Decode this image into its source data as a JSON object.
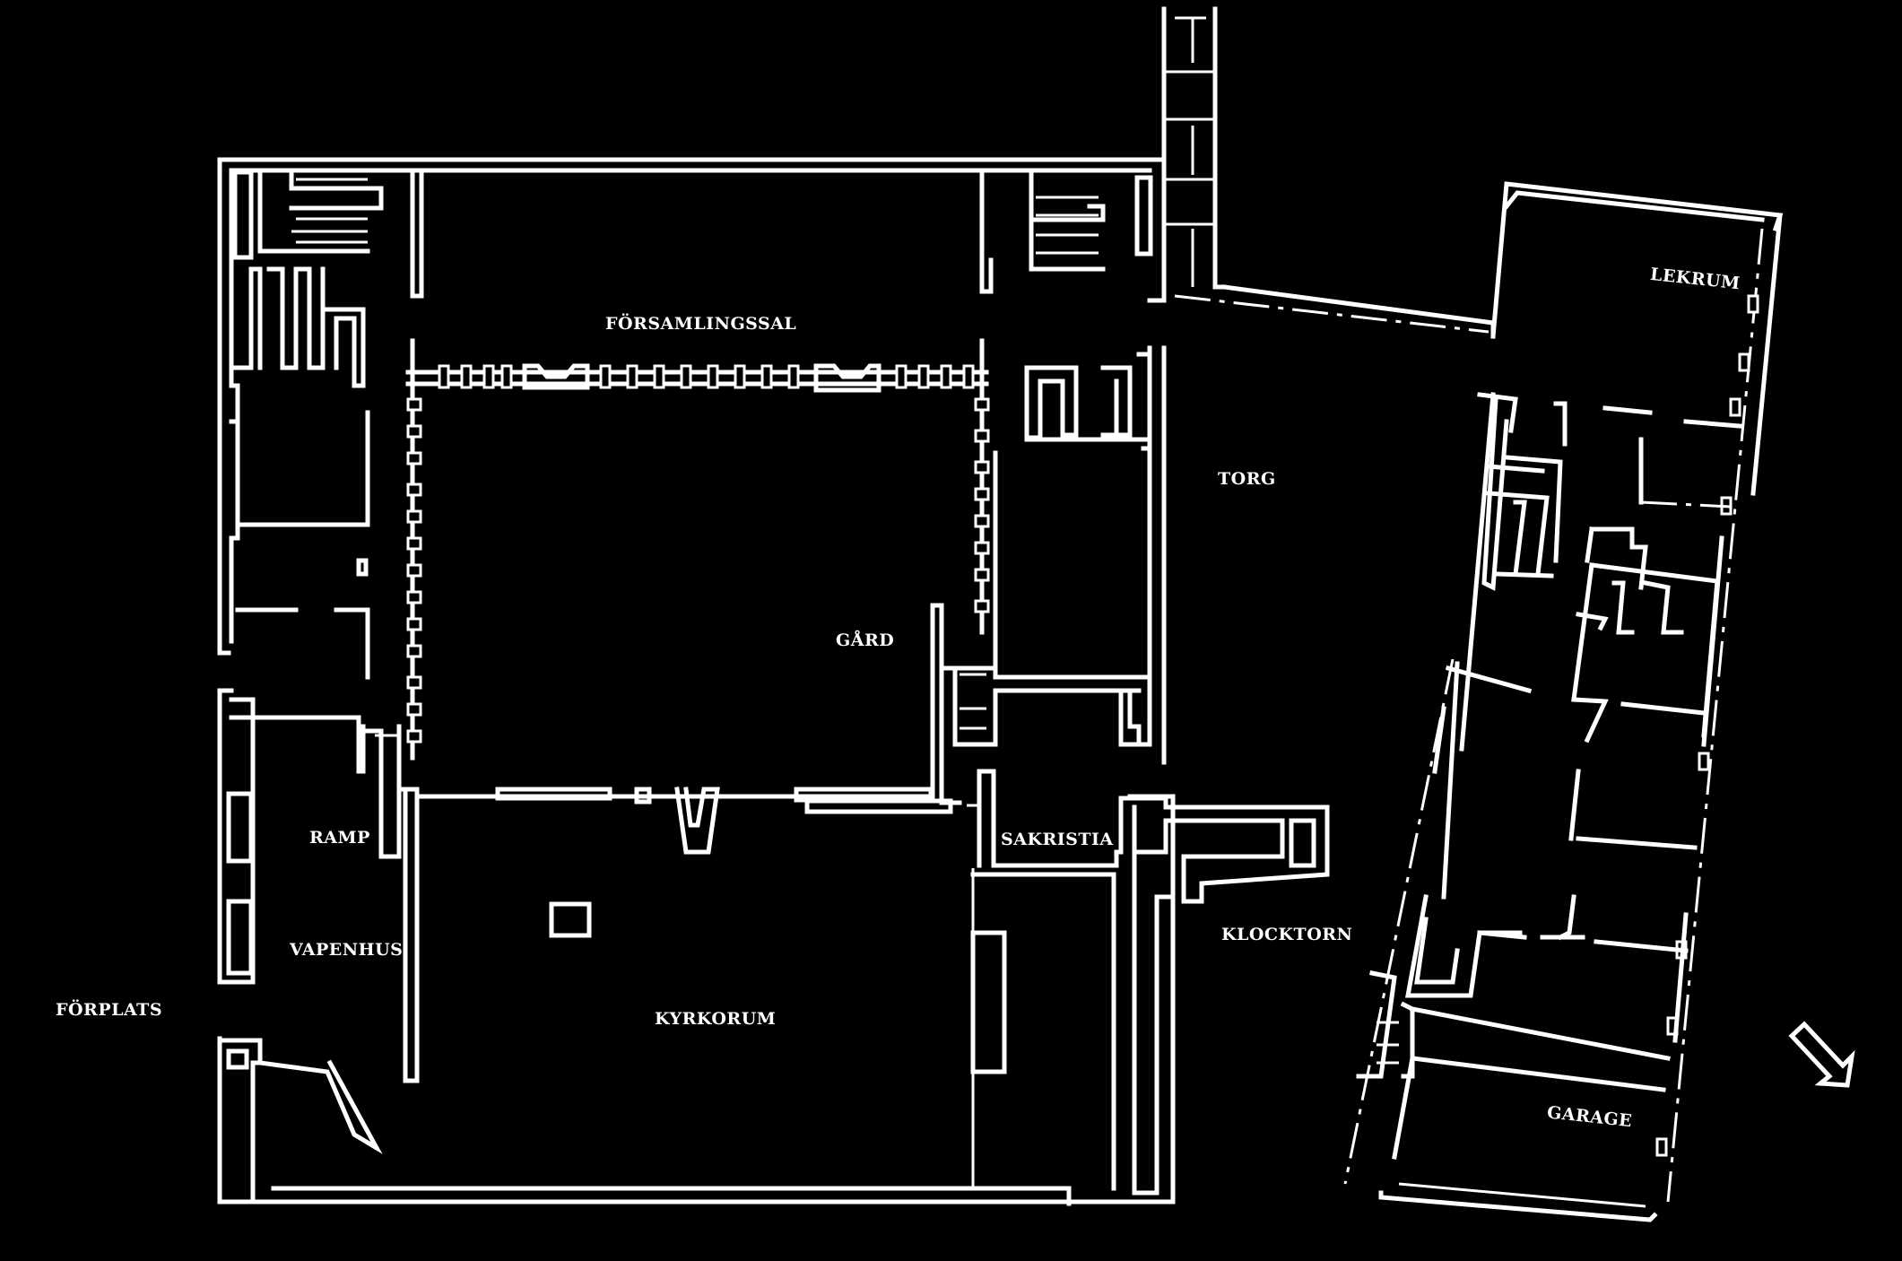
{
  "labels": {
    "forsamlingssal": "FÖRSAMLINGSSAL",
    "lekrum": "LEKRUM",
    "torg": "TORG",
    "gard": "GÅRD",
    "ramp": "RAMP",
    "sakristia": "SAKRISTIA",
    "vapenhus": "VAPENHUS",
    "forplats": "FÖRPLATS",
    "kyrkorum": "KYRKORUM",
    "klocktorn": "KLOCKTORN",
    "garage": "GARAGE"
  },
  "colors": {
    "background": "#000000",
    "lines": "#ffffff"
  },
  "icons": {
    "direction": "north-arrow-icon"
  }
}
